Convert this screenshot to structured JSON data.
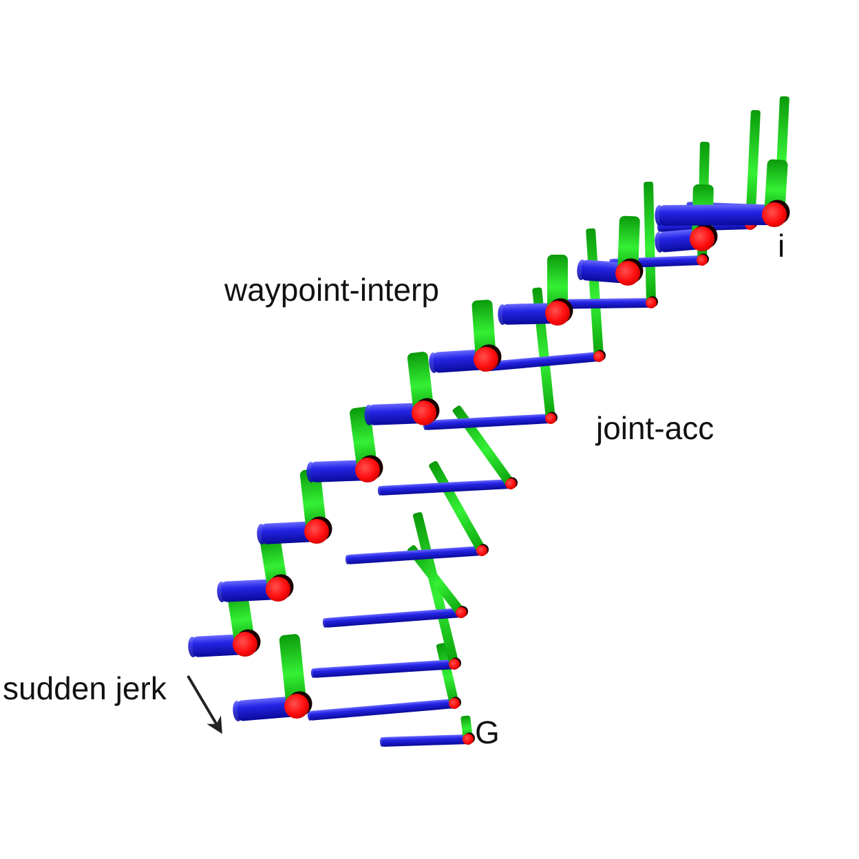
{
  "labels": {
    "start": "i",
    "goal": "G",
    "waypoint_interp": "waypoint-interp",
    "joint_acc": "joint-acc",
    "sudden_jerk": "sudden jerk"
  },
  "colors": {
    "background": "#ffffff",
    "link_upper": "#12e612",
    "link_lower": "#1f1fe0",
    "joint": "#ff1010",
    "text": "#111111",
    "arrow": "#222222"
  }
}
